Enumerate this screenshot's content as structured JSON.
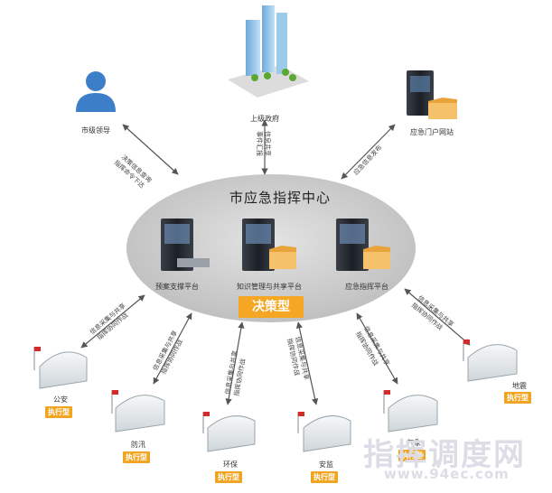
{
  "center": {
    "title": "市应急指挥中心",
    "type_badge": "决策型"
  },
  "top_nodes": {
    "leader": {
      "label": "市级领导",
      "arrow_line1": "决策信息查询",
      "arrow_line2": "指挥命令下达"
    },
    "gov": {
      "label": "上级政府",
      "arrow_line1": "信息共享",
      "arrow_line2": "事件汇报"
    },
    "portal": {
      "label": "应急门户网站",
      "arrow_line1": "应急信息发布"
    }
  },
  "platforms": [
    {
      "label": "预案支撑平台"
    },
    {
      "label": "知识管理与共享平台"
    },
    {
      "label": "应急指挥平台"
    }
  ],
  "departments": [
    {
      "label": "公安",
      "tag": "执行型",
      "arrow_line1": "信息采集与共享",
      "arrow_line2": "指挥协同作战"
    },
    {
      "label": "防汛",
      "tag": "执行型",
      "arrow_line1": "信息采集与共享",
      "arrow_line2": "指挥协同作战"
    },
    {
      "label": "环保",
      "tag": "执行型",
      "arrow_line1": "信息采集与共享",
      "arrow_line2": "指挥协同作战"
    },
    {
      "label": "安监",
      "tag": "执行型",
      "arrow_line1": "信息采集与共享",
      "arrow_line2": "指挥协同作战"
    },
    {
      "label": "气象",
      "tag": "执行型",
      "arrow_line1": "信息采集与共享",
      "arrow_line2": "指挥协同作战"
    },
    {
      "label": "地震",
      "tag": "执行型",
      "arrow_line1": "信息采集与共享",
      "arrow_line2": "指挥协同作战"
    }
  ],
  "watermark": {
    "line1": "指挥调度网",
    "line2": "www.94ec.com"
  },
  "colors": {
    "ellipse": "#c9c9c9",
    "badge": "#f5a623",
    "tag": "#f0a41f",
    "arrow": "#555555",
    "flag": "#d62a2a"
  }
}
